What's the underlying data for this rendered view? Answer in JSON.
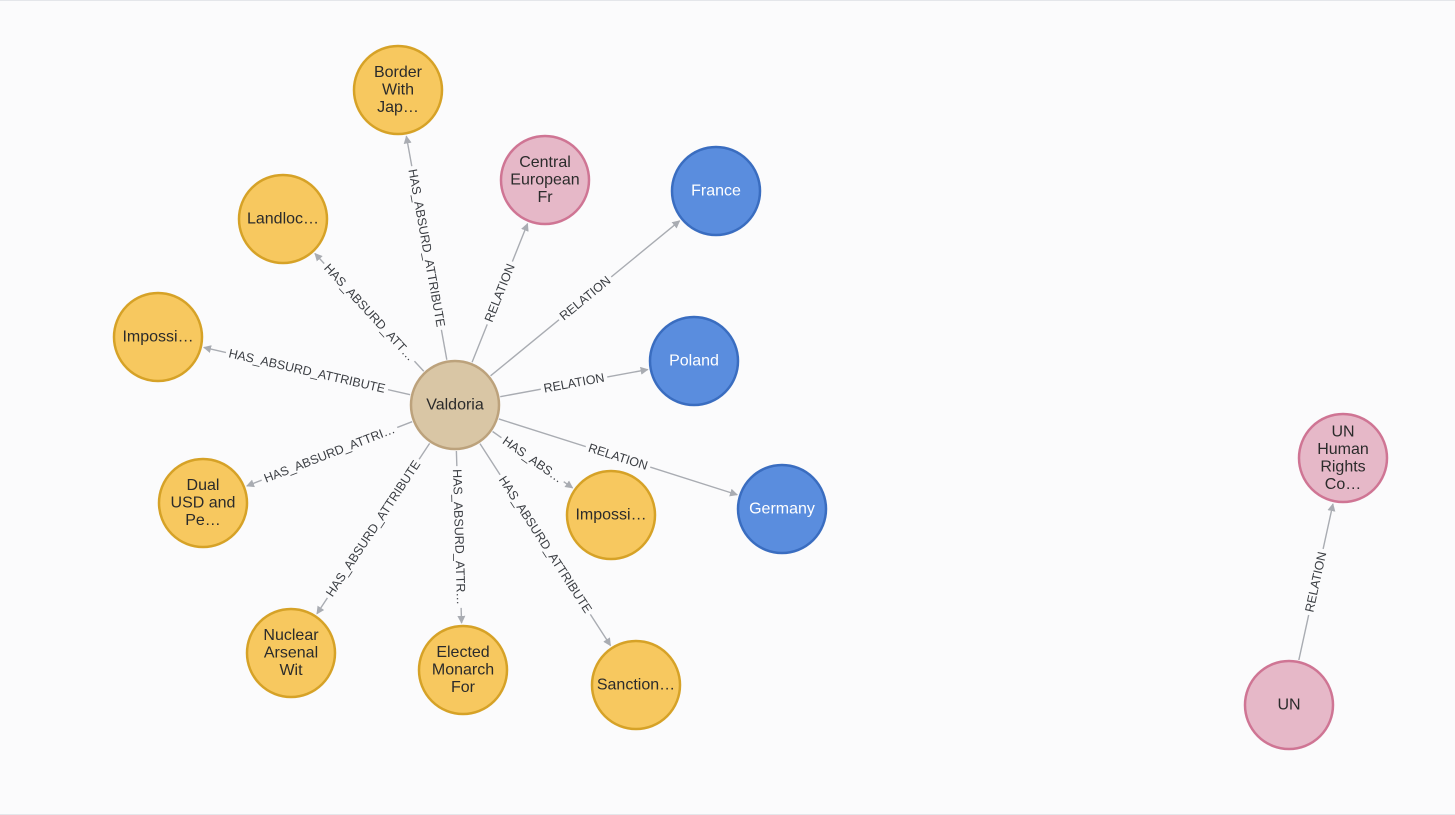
{
  "graph": {
    "styles": {
      "attribute": {
        "fill": "#f7c85f",
        "stroke": "#d6a227",
        "text": "#2b2b2b"
      },
      "country": {
        "fill": "#5a8dde",
        "stroke": "#3a6dc0",
        "text": "#ffffff"
      },
      "organization": {
        "fill": "#e6b8c8",
        "stroke": "#cf7594",
        "text": "#2b2b2b"
      },
      "center": {
        "fill": "#d9c6a5",
        "stroke": "#bca27c",
        "text": "#2b2b2b"
      }
    },
    "nodes": [
      {
        "id": "valdoria",
        "kind": "center",
        "lines": [
          "Valdoria"
        ]
      },
      {
        "id": "border",
        "kind": "attribute",
        "lines": [
          "Border",
          "With",
          "Jap…"
        ]
      },
      {
        "id": "central",
        "kind": "organization",
        "lines": [
          "Central",
          "European",
          "Fr"
        ]
      },
      {
        "id": "france",
        "kind": "country",
        "lines": [
          "France"
        ]
      },
      {
        "id": "poland",
        "kind": "country",
        "lines": [
          "Poland"
        ]
      },
      {
        "id": "germany",
        "kind": "country",
        "lines": [
          "Germany"
        ]
      },
      {
        "id": "landloc",
        "kind": "attribute",
        "lines": [
          "Landloc…"
        ]
      },
      {
        "id": "impossi1",
        "kind": "attribute",
        "lines": [
          "Impossi…"
        ]
      },
      {
        "id": "dual",
        "kind": "attribute",
        "lines": [
          "Dual",
          "USD and",
          "Pe…"
        ]
      },
      {
        "id": "nuclear",
        "kind": "attribute",
        "lines": [
          "Nuclear",
          "Arsenal",
          "Wit"
        ]
      },
      {
        "id": "elected",
        "kind": "attribute",
        "lines": [
          "Elected",
          "Monarch",
          "For"
        ]
      },
      {
        "id": "sanction",
        "kind": "attribute",
        "lines": [
          "Sanction…"
        ]
      },
      {
        "id": "impossi2",
        "kind": "attribute",
        "lines": [
          "Impossi…"
        ]
      },
      {
        "id": "unhrc",
        "kind": "organization",
        "lines": [
          "UN",
          "Human",
          "Rights",
          "Co…"
        ]
      },
      {
        "id": "un",
        "kind": "organization",
        "lines": [
          "UN"
        ]
      }
    ],
    "edges": [
      {
        "from": "valdoria",
        "to": "border",
        "label": "HAS_ABSURD_ATTRIBUTE"
      },
      {
        "from": "valdoria",
        "to": "central",
        "label": "RELATION"
      },
      {
        "from": "valdoria",
        "to": "france",
        "label": "RELATION"
      },
      {
        "from": "valdoria",
        "to": "poland",
        "label": "RELATION"
      },
      {
        "from": "valdoria",
        "to": "germany",
        "label": "RELATION"
      },
      {
        "from": "valdoria",
        "to": "landloc",
        "label": "HAS_ABSURD_ATT…"
      },
      {
        "from": "valdoria",
        "to": "impossi1",
        "label": "HAS_ABSURD_ATTRIBUTE"
      },
      {
        "from": "valdoria",
        "to": "dual",
        "label": "HAS_ABSURD_ATTRI…"
      },
      {
        "from": "valdoria",
        "to": "nuclear",
        "label": "HAS_ABSURD_ATTRIBUTE"
      },
      {
        "from": "valdoria",
        "to": "elected",
        "label": "HAS_ABSURD_ATTR…"
      },
      {
        "from": "valdoria",
        "to": "sanction",
        "label": "HAS_ABSURD_ATTRIBUTE"
      },
      {
        "from": "valdoria",
        "to": "impossi2",
        "label": "HAS_ABS…"
      },
      {
        "from": "un",
        "to": "unhrc",
        "label": "RELATION"
      }
    ]
  }
}
